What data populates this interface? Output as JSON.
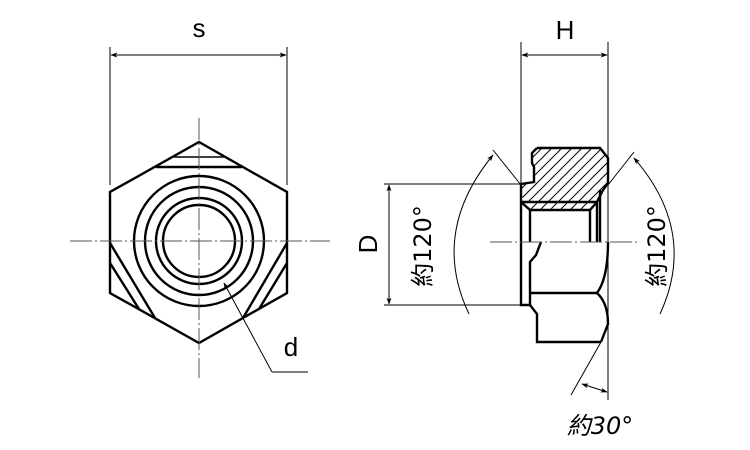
{
  "drawing": {
    "subject": "hex-weld-nut",
    "colors": {
      "line": "#000000",
      "centerline": "#555555",
      "background": "#ffffff"
    },
    "front_view": {
      "dimension_across_flats": {
        "label": "s"
      },
      "thread_diameter": {
        "label": "d"
      }
    },
    "side_view": {
      "height": {
        "label": "H"
      },
      "flange_diameter": {
        "label": "D"
      },
      "left_angle": {
        "label": "約120°"
      },
      "right_angle": {
        "label": "約120°"
      },
      "chamfer_angle": {
        "label": "約30°"
      }
    }
  }
}
